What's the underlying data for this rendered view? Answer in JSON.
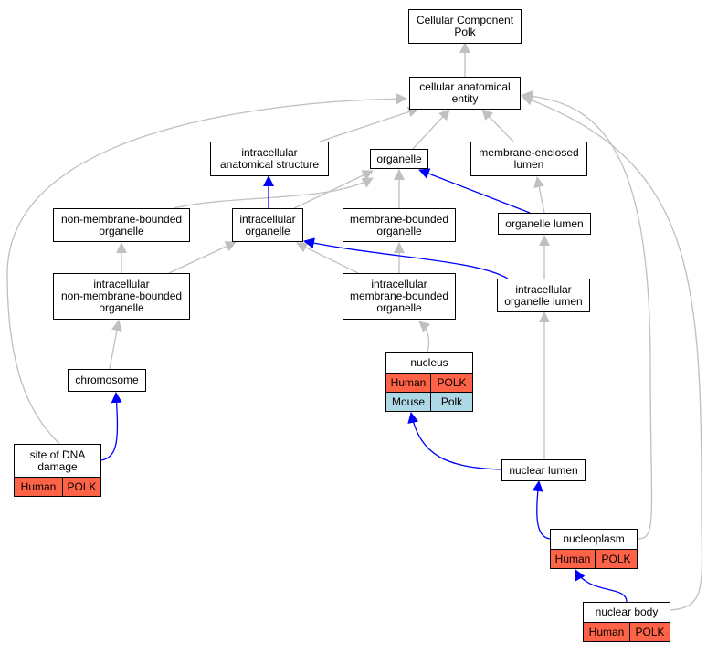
{
  "colors": {
    "gray_edge": "#c0c0c0",
    "blue_edge": "#0000ff",
    "human_row": "#ff6347",
    "mouse_row": "#add8e6"
  },
  "nodes": {
    "root": {
      "lines": [
        "Cellular Component",
        "Polk"
      ]
    },
    "cae": {
      "lines": [
        "cellular anatomical",
        "entity"
      ]
    },
    "intracellular": {
      "lines": [
        "intracellular",
        "anatomical structure"
      ]
    },
    "organelle": {
      "lines": [
        "organelle"
      ]
    },
    "mel": {
      "lines": [
        "membrane-enclosed",
        "lumen"
      ]
    },
    "nmbo": {
      "lines": [
        "non-membrane-bounded",
        "organelle"
      ]
    },
    "io": {
      "lines": [
        "intracellular",
        "organelle"
      ]
    },
    "mbo": {
      "lines": [
        "membrane-bounded",
        "organelle"
      ]
    },
    "olumen": {
      "lines": [
        "organelle lumen"
      ]
    },
    "inmbo": {
      "lines": [
        "intracellular",
        "non-membrane-bounded",
        "organelle"
      ]
    },
    "imbo": {
      "lines": [
        "intracellular",
        "membrane-bounded",
        "organelle"
      ]
    },
    "iol": {
      "lines": [
        "intracellular",
        "organelle lumen"
      ]
    },
    "nucleus": {
      "lines": [
        "nucleus"
      ],
      "rows": [
        {
          "species": "Human",
          "gene": "POLK",
          "kind": "human"
        },
        {
          "species": "Mouse",
          "gene": "Polk",
          "kind": "mouse"
        }
      ]
    },
    "chromosome": {
      "lines": [
        "chromosome"
      ]
    },
    "dna": {
      "lines": [
        "site of DNA",
        "damage"
      ],
      "rows": [
        {
          "species": "Human",
          "gene": "POLK",
          "kind": "human"
        }
      ]
    },
    "nlumen": {
      "lines": [
        "nuclear lumen"
      ]
    },
    "nucleoplasm": {
      "lines": [
        "nucleoplasm"
      ],
      "rows": [
        {
          "species": "Human",
          "gene": "POLK",
          "kind": "human"
        }
      ]
    },
    "nbody": {
      "lines": [
        "nuclear body"
      ],
      "rows": [
        {
          "species": "Human",
          "gene": "POLK",
          "kind": "human"
        }
      ]
    }
  }
}
